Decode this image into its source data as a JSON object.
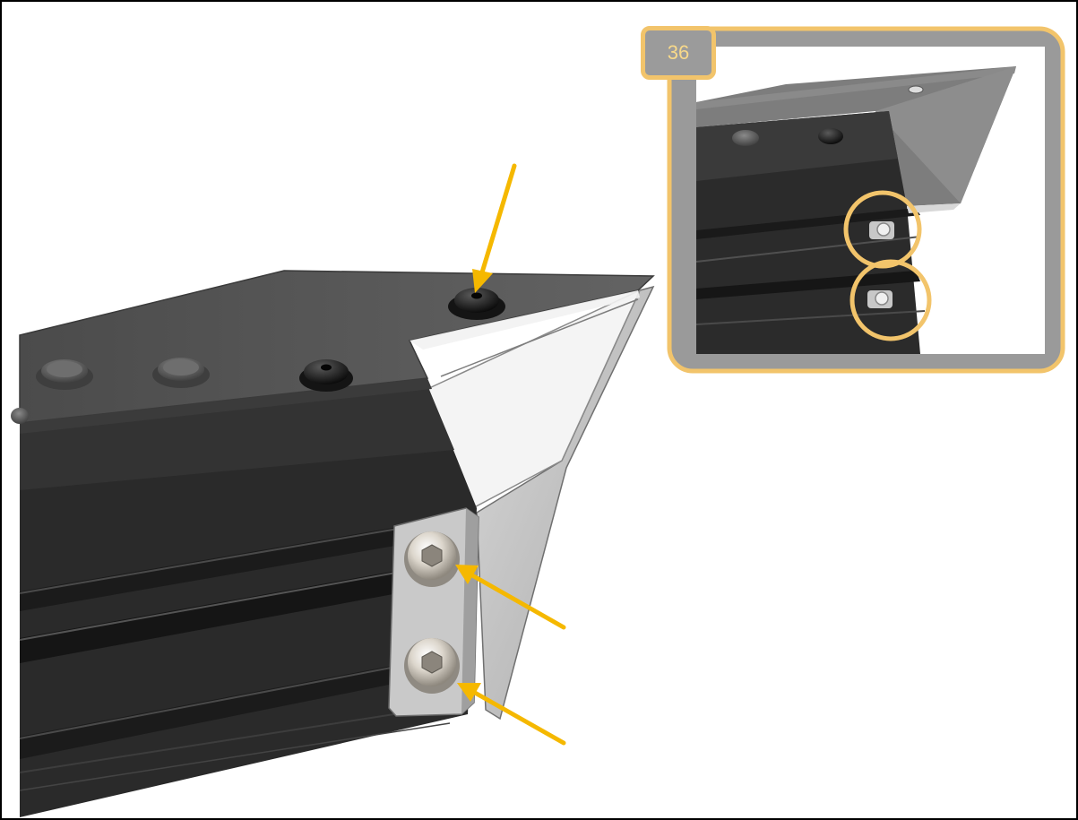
{
  "step": {
    "number": "36"
  },
  "colors": {
    "arrow": "#f5b800",
    "callout_border": "#f2c46b",
    "badge_text": "#f8d98a",
    "extrusion": "#2b2b2b",
    "plate": "#555555",
    "bracket": "#c9c9c9"
  },
  "icons": {
    "arrows": [
      "arrow-to-top-screw",
      "arrow-to-upper-bracket-bolt",
      "arrow-to-lower-bracket-bolt"
    ],
    "highlight_circles": [
      "circle-upper-tnut",
      "circle-lower-tnut"
    ]
  }
}
